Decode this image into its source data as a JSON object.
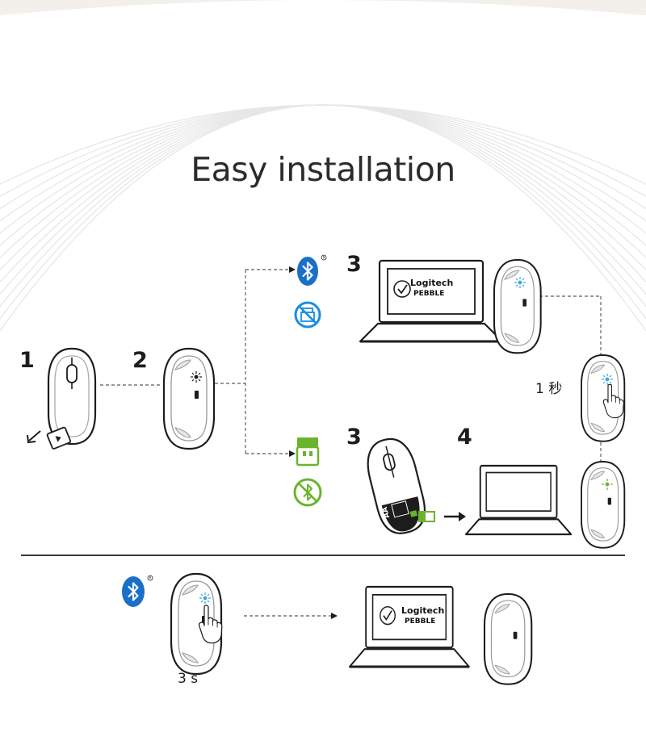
{
  "title": "Easy installation",
  "steps": {
    "s1": "1",
    "s2": "2",
    "s3a": "3",
    "s3b": "3",
    "s4": "4"
  },
  "notes": {
    "hold_1s": "1 秒",
    "hold_3s": "3 s"
  },
  "screens": {
    "top": {
      "line1": "Logitech",
      "line2": "PEBBLE"
    },
    "bottom": {
      "line1": "Logitech",
      "line2": "PEBBLE"
    }
  },
  "battery_label": "AA",
  "icons": {
    "bluetooth": "bluetooth-icon",
    "no_receiver": "no-usb-receiver-icon",
    "usb_receiver": "usb-receiver-icon",
    "no_bluetooth": "no-bluetooth-icon",
    "checkmark": "check-circle-icon",
    "finger": "finger-press-icon",
    "led": "led-blink-icon",
    "registered": "registered-mark-icon"
  },
  "colors": {
    "bluetooth_blue": "#1a6fc9",
    "receiver_green": "#6ab42d",
    "line": "#1d1d1d",
    "dash": "#777777"
  }
}
